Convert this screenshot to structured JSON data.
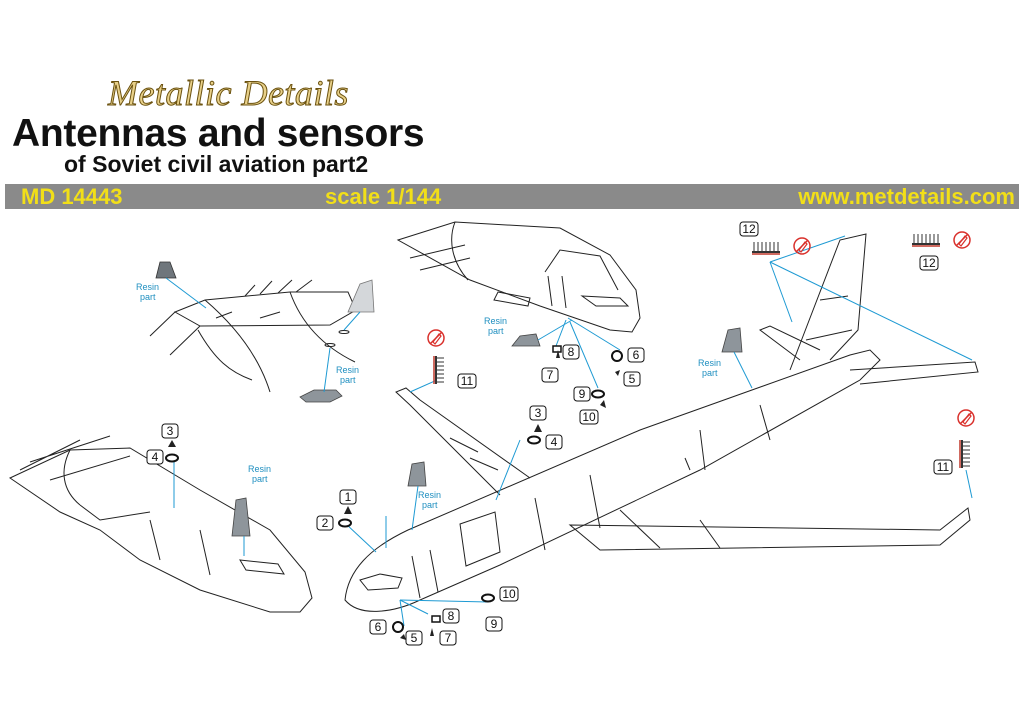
{
  "brand": "Metallic Details",
  "title": "Antennas and sensors",
  "subtitle": "of Soviet civil aviation part2",
  "band": {
    "code": "MD 14443",
    "scale": "scale 1/144",
    "website": "www.metdetails.com"
  },
  "labels": {
    "resin_part": "Resin\npart"
  },
  "part_numbers": [
    "1",
    "2",
    "3",
    "4",
    "5",
    "6",
    "7",
    "8",
    "9",
    "10",
    "11",
    "12"
  ],
  "colors": {
    "brand_fill": "#e8d089",
    "band_bg": "#8a8a8a",
    "band_text": "#f2df18",
    "leader": "#1e9ad3",
    "no_paint": "#d9302b"
  }
}
